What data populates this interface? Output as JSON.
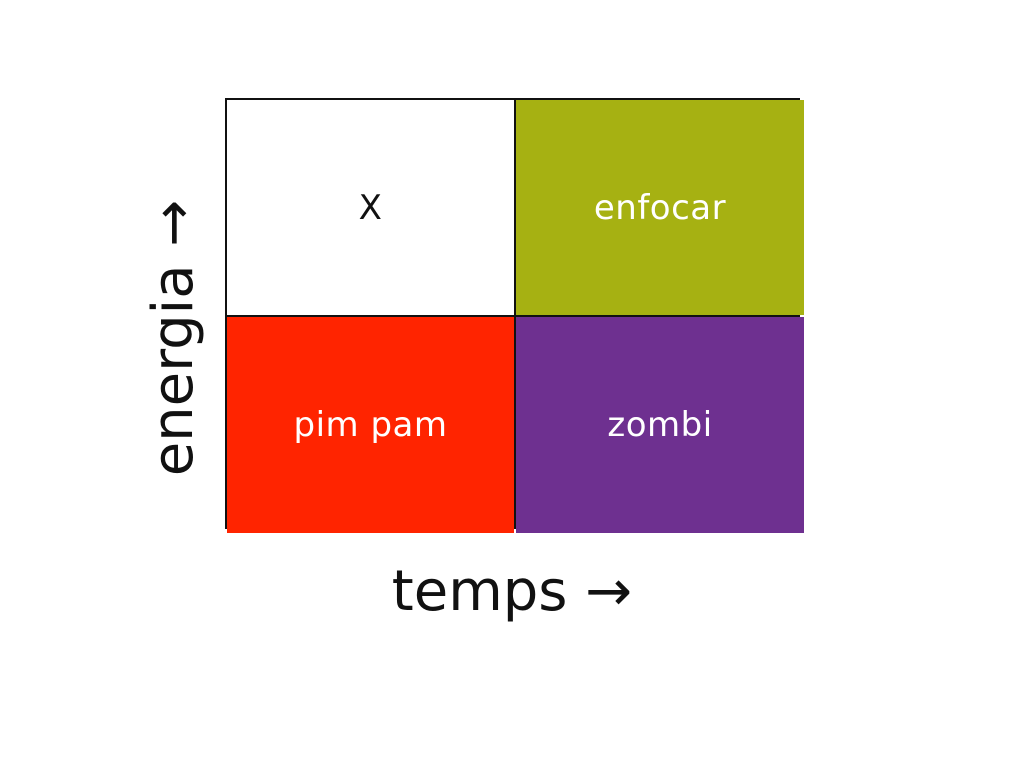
{
  "diagram": {
    "quadrants": [
      {
        "label": "X",
        "color": "#ffffff",
        "text_color": "#111111"
      },
      {
        "label": "enfocar",
        "color": "#a6b112",
        "text_color": "#ffffff"
      },
      {
        "label": "pim pam",
        "color": "#ff2400",
        "text_color": "#ffffff"
      },
      {
        "label": "zombi",
        "color": "#6e3090",
        "text_color": "#ffffff"
      }
    ],
    "x_axis_label": "temps →",
    "y_axis_label": "energia →"
  }
}
